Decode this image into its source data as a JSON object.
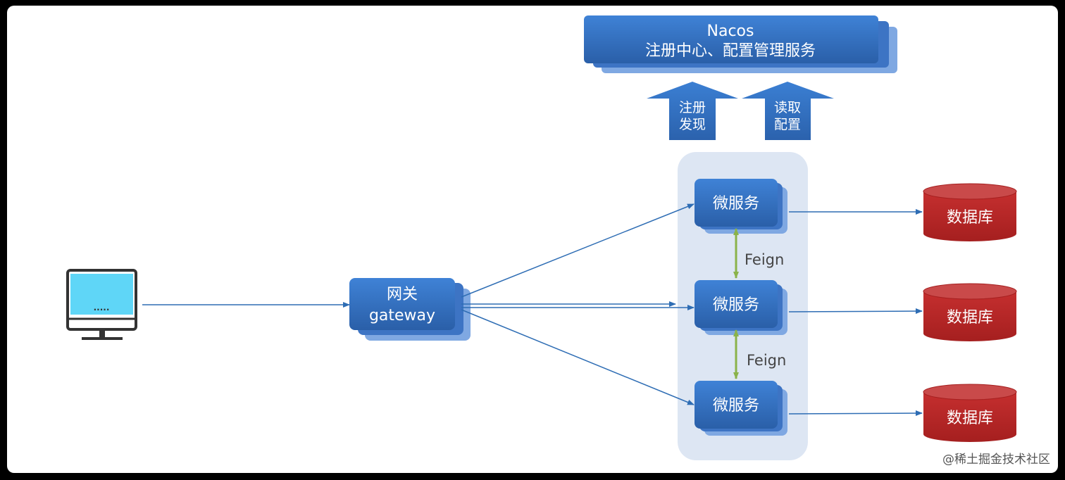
{
  "nacos": {
    "title": "Nacos",
    "subtitle": "注册中心、配置管理服务"
  },
  "arrows": {
    "register": [
      "注册",
      "发现"
    ],
    "config": [
      "读取",
      "配置"
    ]
  },
  "gateway": {
    "line1": "网关",
    "line2": "gateway"
  },
  "client": {
    "screen_text": "....."
  },
  "services": [
    "微服务",
    "微服务",
    "微服务"
  ],
  "feign": [
    "Feign",
    "Feign"
  ],
  "databases": [
    "数据库",
    "数据库",
    "数据库"
  ],
  "watermark": "@稀土掘金技术社区",
  "colors": {
    "box_blue": "#2f6fbf",
    "shadow_blue": "#6f9ee0",
    "arrow_blue": "#2e6db4",
    "feign_green": "#8ab34a",
    "db_red": "#b02424",
    "group_bg": "#dde6f3",
    "screen_cyan": "#5fd6f7"
  }
}
